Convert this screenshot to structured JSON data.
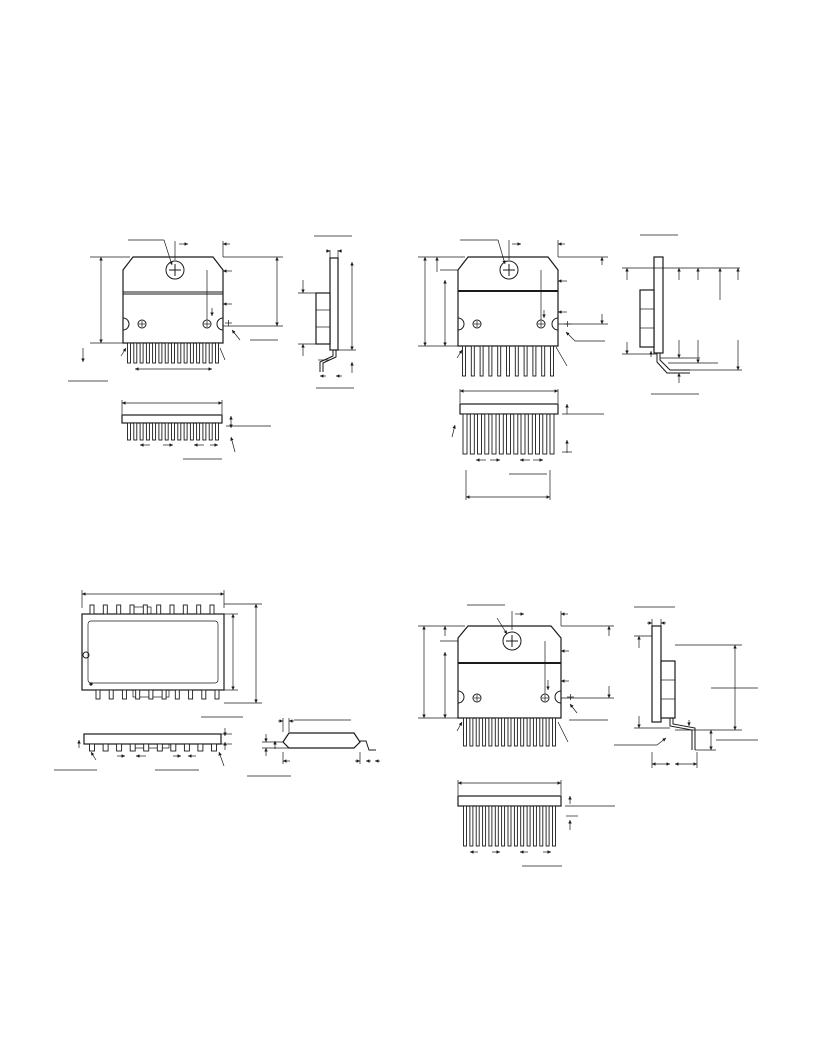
{
  "page": {
    "background": "#ffffff",
    "ink": "#1a1a1a"
  },
  "drawings": [
    {
      "id": "pkg-top-left",
      "views": [
        "front-view",
        "side-view",
        "bottom-view"
      ],
      "front_pins": 15,
      "bottom_pins": 15
    },
    {
      "id": "pkg-top-right",
      "views": [
        "front-view",
        "side-view",
        "bottom-view"
      ],
      "front_pins": 11,
      "bottom_pins": 13
    },
    {
      "id": "pkg-bottom-left",
      "views": [
        "top-view",
        "side-view",
        "end-view"
      ],
      "top_pins": 10,
      "bottom_pins": 10
    },
    {
      "id": "pkg-bottom-right",
      "views": [
        "front-view",
        "side-view",
        "bottom-view"
      ],
      "front_pins": 15,
      "bottom_pins": 15
    }
  ],
  "icons": [
    "mounting-hole-icon",
    "pin1-marker-icon",
    "dimension-arrow-icon",
    "leader-arrow-icon",
    "datum-mark-icon"
  ]
}
